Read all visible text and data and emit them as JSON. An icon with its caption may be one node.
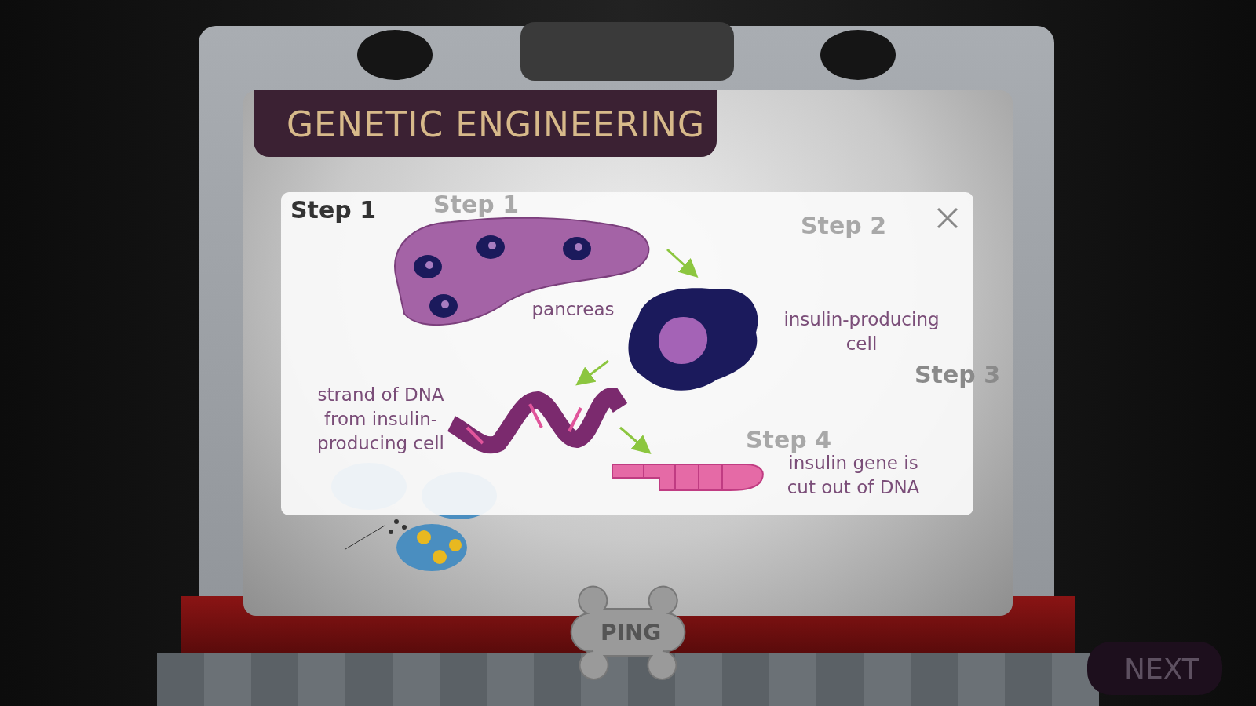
{
  "diagram": {
    "title": "GENETIC ENGINEERING",
    "nodes": [
      {
        "text": [
          "pancreas"
        ]
      },
      {
        "text": [
          "insulin-producing cell"
        ]
      },
      {
        "text": [
          "strand of DNA from insulin-producing cell"
        ]
      },
      {
        "text": [
          "insulin gene is cut out of DNA"
        ]
      }
    ],
    "edges": [
      {
        "from": 0,
        "to": 1,
        "arrow": "to"
      },
      {
        "from": 1,
        "to": 2,
        "arrow": "to"
      },
      {
        "from": 2,
        "to": 3,
        "arrow": "to"
      }
    ],
    "labels": [
      "Step 1",
      "Step 1",
      "Step 2",
      "Step 3",
      "Step 4",
      "PING",
      "NEXT"
    ]
  }
}
